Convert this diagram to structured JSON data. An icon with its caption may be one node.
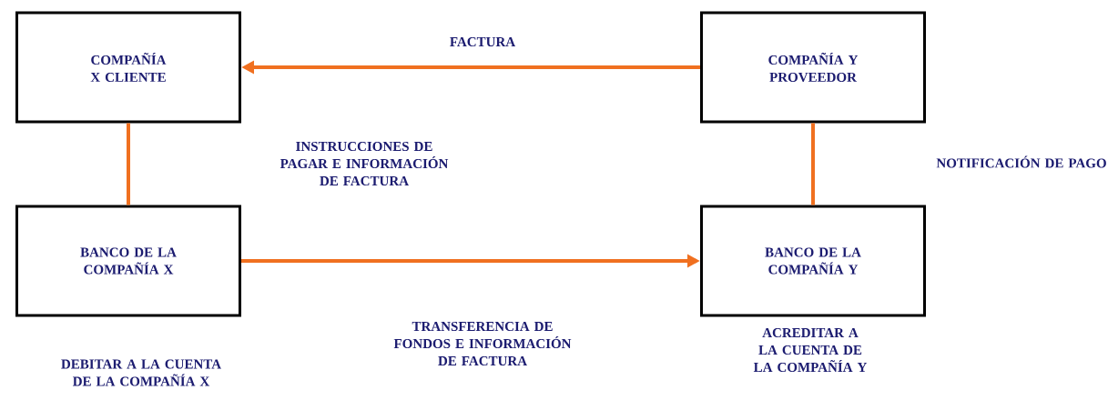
{
  "diagram": {
    "nodes": [
      {
        "text": [
          "COMPAÑÍA X CLIENTE"
        ]
      },
      {
        "text": [
          "COMPAÑÍA Y PROVEEDOR"
        ]
      },
      {
        "text": [
          "BANCO DE LA COMPAÑÍA X"
        ],
        "beside": [
          "DEBITAR A LA CUENTA DE LA COMPAÑÍA X"
        ]
      },
      {
        "text": [
          "BANCO DE LA COMPAÑÍA Y"
        ],
        "beside": [
          "ACREDITAR A LA CUENTA DE LA COMPAÑÍA Y"
        ]
      }
    ],
    "edges": [
      {
        "from": 1,
        "to": 0,
        "arrow": "to",
        "label": "FACTURA"
      },
      {
        "from": 0,
        "to": 2,
        "arrow": "none"
      },
      {
        "from": 1,
        "to": 3,
        "arrow": "none"
      },
      {
        "from": 2,
        "to": 3,
        "arrow": "to",
        "label": "TRANSFERENCIA DE FONDOS E INFORMACIÓN DE FACTURA"
      }
    ],
    "labels": [
      "INSTRUCCIONES DE PAGAR E INFORMACIÓN DE FACTURA",
      "NOTIFICACIÓN DE PAGO"
    ]
  }
}
